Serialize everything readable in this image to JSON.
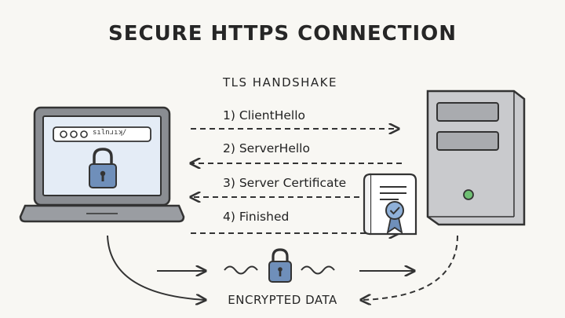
{
  "title": "SECURE HTTPS CONNECTION",
  "subtitle": "TLS HANDSHAKE",
  "browser": {
    "url_text": "sılnɹıʞ/"
  },
  "steps": [
    {
      "label": "1) ClientHello",
      "direction": "to-server"
    },
    {
      "label": "2) ServerHello",
      "direction": "to-client"
    },
    {
      "label": "3) Server Certificate",
      "direction": "to-client"
    },
    {
      "label": "4) Finished",
      "direction": "to-server"
    }
  ],
  "encrypted_label": "ENCRYPTED DATA",
  "icons": [
    "laptop-icon",
    "padlock-icon",
    "certificate-icon",
    "server-tower-icon"
  ],
  "colors": {
    "outline": "#333333",
    "laptop_body": "#8a8d92",
    "screen_fill": "#e4ecf6",
    "lock_fill": "#6f8fba",
    "server_fill": "#c9cacd",
    "led": "#6fbf73",
    "badge": "#8fb0d8",
    "background": "#f8f7f3"
  }
}
